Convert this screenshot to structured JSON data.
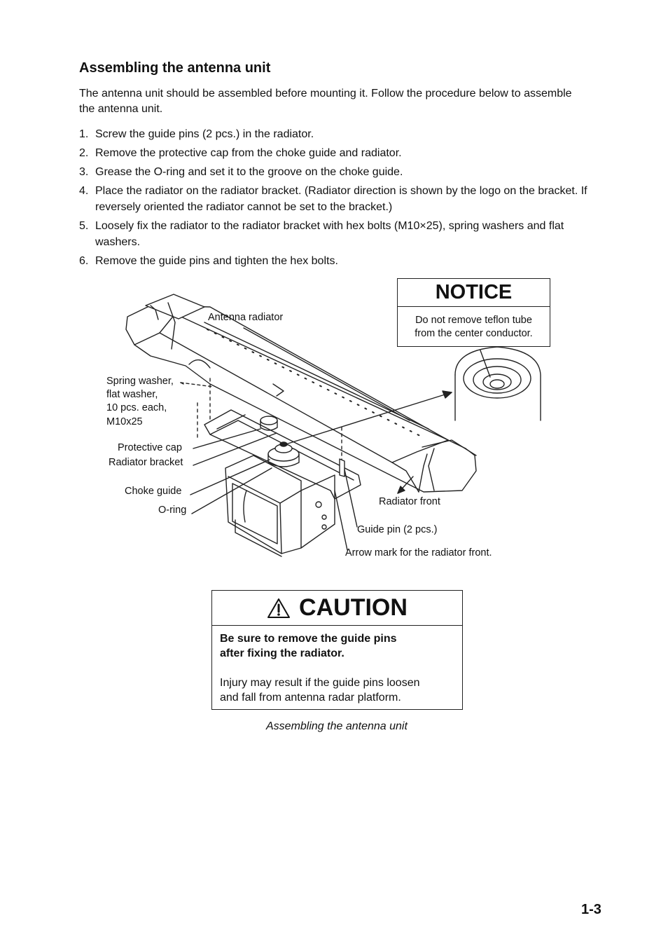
{
  "heading": "Assembling the antenna unit",
  "intro": "The antenna unit should be assembled before mounting it. Follow the procedure below to assemble the antenna unit.",
  "steps": [
    {
      "num": "1.",
      "text": "Screw the guide pins (2 pcs.) in the radiator."
    },
    {
      "num": "2.",
      "text": "Remove the protective cap from the choke guide and radiator."
    },
    {
      "num": "3.",
      "text": "Grease the O-ring and set it to the groove on the choke guide."
    },
    {
      "num": "4.",
      "text": "Place the radiator on the radiator bracket. (Radiator direction is shown by the logo on the bracket. If reversely oriented the radiator cannot be set to the bracket.)"
    },
    {
      "num": "5.",
      "text": "Loosely fix the radiator to the radiator bracket with hex bolts (M10×25), spring washers and flat washers."
    },
    {
      "num": "6.",
      "text": "Remove the guide pins and tighten the hex bolts."
    }
  ],
  "figure": {
    "labels": {
      "antenna_radiator": "Antenna radiator",
      "spring_washer_1": "Spring washer,",
      "spring_washer_2": "flat washer,",
      "spring_washer_3": "10 pcs. each,",
      "spring_washer_4": "M10x25",
      "protective_cap": "Protective cap",
      "radiator_bracket": "Radiator bracket",
      "choke_guide": "Choke guide",
      "o_ring": "O-ring",
      "radiator_front": "Radiator front",
      "guide_pin": "Guide pin (2 pcs.)",
      "arrow_mark": "Arrow mark for the radiator front."
    },
    "caption": "Assembling the antenna unit"
  },
  "notice": {
    "title": "NOTICE",
    "line1": "Do not remove teflon tube",
    "line2": "from the center conductor."
  },
  "caution": {
    "title": "CAUTION",
    "bold1": "Be sure to remove the guide pins",
    "bold2": "after fixing the radiator.",
    "text1": "Injury may result if the guide pins loosen",
    "text2": "and fall from antenna radar platform."
  },
  "page_number": "1-3",
  "icons": {
    "warning": "warning-triangle-icon"
  }
}
